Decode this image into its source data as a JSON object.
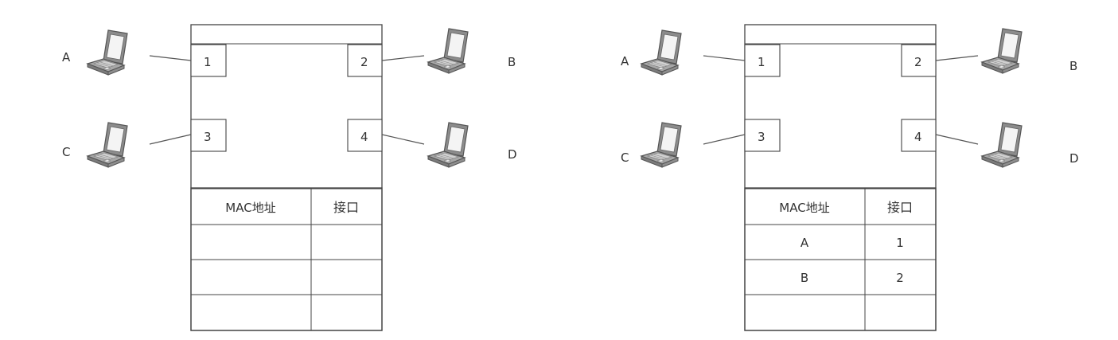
{
  "diagrams": [
    {
      "table": {
        "header_mac": "MAC地址",
        "header_port": "接口",
        "rows": [
          [
            "",
            ""
          ],
          [
            "",
            ""
          ],
          [
            "",
            ""
          ]
        ]
      },
      "ports": {
        "p1": "1",
        "p2": "2",
        "p3": "3",
        "p4": "4"
      },
      "hosts": {
        "a": "A",
        "b": "B",
        "c": "C",
        "d": "D"
      }
    },
    {
      "table": {
        "header_mac": "MAC地址",
        "header_port": "接口",
        "rows": [
          [
            "A",
            "1"
          ],
          [
            "B",
            "2"
          ],
          [
            "",
            ""
          ]
        ]
      },
      "ports": {
        "p1": "1",
        "p2": "2",
        "p3": "3",
        "p4": "4"
      },
      "hosts": {
        "a": "A",
        "b": "B",
        "c": "C",
        "d": "D"
      }
    }
  ],
  "icons": {
    "host": "laptop-icon"
  },
  "colors": {
    "line": "#555555",
    "laptop_body": "#9a9a9a",
    "laptop_screen": "#f2f2f2",
    "laptop_keys": "#c8c8c8"
  }
}
